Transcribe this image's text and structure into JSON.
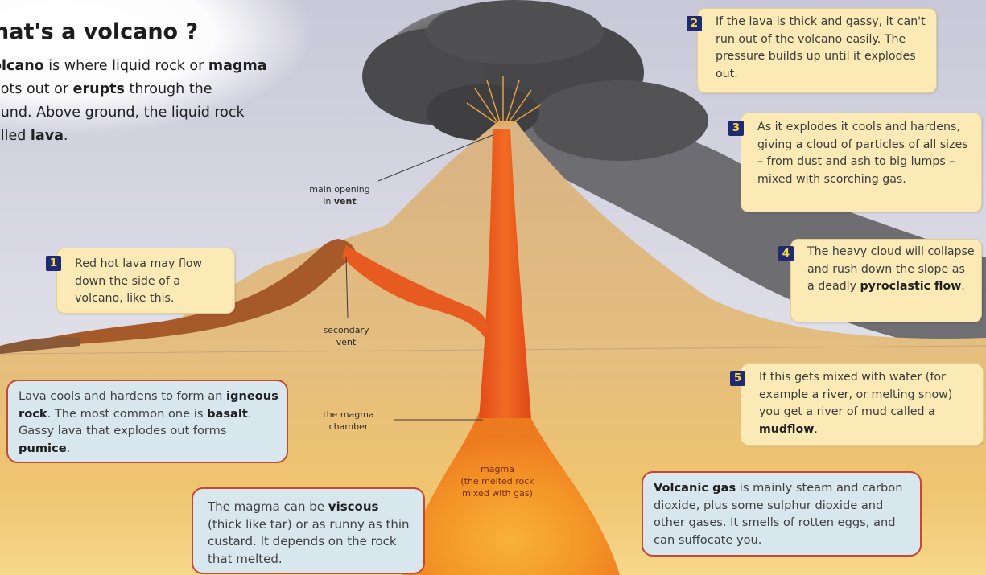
{
  "title": "hat's a volcano ?",
  "intro": {
    "p1": "olcano",
    "p2": " is where liquid rock or ",
    "p3": "magma",
    "p4": "oots out or ",
    "p5": "erupts",
    "p6": " through the",
    "p7": "ound. Above ground, the liquid rock",
    "p8": "alled ",
    "p9": "lava",
    "p10": "."
  },
  "callouts": [
    {
      "number": "1",
      "text": "Red hot lava may flow down the side of a volcano, like this."
    },
    {
      "number": "2",
      "text": "If the lava is thick and gassy, it can't run out of the volcano easily. The pressure builds up until it explodes out."
    },
    {
      "number": "3",
      "text": "As it explodes it cools and hardens, giving a cloud of particles of all sizes – from dust and ash to big lumps – mixed with scorching gas."
    },
    {
      "number": "4",
      "text_before": "The heavy cloud will collapse and rush down the slope as a deadly ",
      "bold": "pyroclastic flow",
      "text_after": "."
    },
    {
      "number": "5",
      "text_before": "If this gets mixed with water (for example a river, or melting snow) you get a river of mud called a ",
      "bold": "mudflow",
      "text_after": "."
    }
  ],
  "infoboxes": {
    "igneous": {
      "t1": "Lava cools and hardens to form an ",
      "b1": "igneous rock",
      "t2": ". The most common one is ",
      "b2": "basalt",
      "t3": ". Gassy lava that explodes out forms ",
      "b3": "pumice",
      "t4": "."
    },
    "viscous": {
      "t1": "The magma can be ",
      "b1": "viscous",
      "t2": " (thick like tar) or as runny as thin custard. It depends on the rock that melted."
    },
    "gas": {
      "b1": "Volcanic gas",
      "t1": " is mainly steam and carbon dioxide, plus some sulphur dioxide and other gases. It smells of rotten eggs, and can suffocate you."
    }
  },
  "labels": {
    "main_opening_1": "main opening",
    "main_opening_2": "in ",
    "main_opening_3": "vent",
    "secondary_1": "secondary",
    "secondary_2": "vent",
    "chamber_1": "the magma",
    "chamber_2": "chamber",
    "magma_1": "magma",
    "magma_2": "(the melted rock",
    "magma_3": "mixed with gas)"
  },
  "colors": {
    "lava": "#e8521c",
    "magma": "#f4861e",
    "ground": "#d3aa7a",
    "ash_cloud": "#4a4a4a",
    "number_badge": "#1f2a72",
    "callout_bg": "#fbeab6",
    "info_bg": "#d8e6ed",
    "info_border": "#c04a36"
  }
}
